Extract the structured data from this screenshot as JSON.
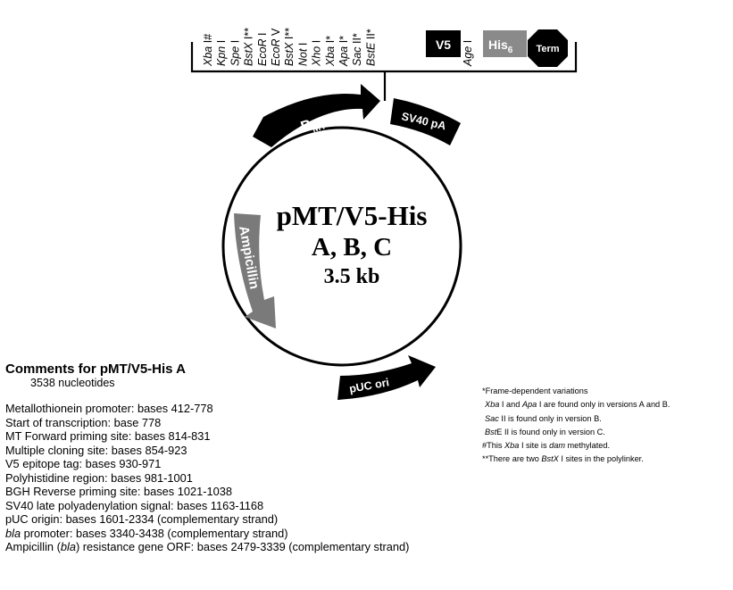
{
  "plasmid": {
    "name": "pMT/V5-His",
    "versions": "A, B, C",
    "size": "3.5 kb"
  },
  "mcs_sites": [
    "Xba I#",
    "Kpn I",
    "Spe I",
    "BstX I**",
    "EcoR I",
    "EcoR V",
    "BstX I**",
    "Not I",
    "Xho I",
    "Xba I*",
    "Apa I*",
    "Sac II*",
    "BstE II*"
  ],
  "age_site": "Age I",
  "tags": {
    "v5": "V5",
    "his": "His",
    "his_sub": "6",
    "term": "Term"
  },
  "features": {
    "promoter": "P",
    "promoter_sub": "MT",
    "sv40": "SV40 pA",
    "ampicillin": "Ampicillin",
    "puc": "pUC ori"
  },
  "comments": {
    "title": "Comments for pMT/V5-His A",
    "subtitle": "3538 nucleotides",
    "items": [
      {
        "pre": "",
        "ital": "",
        "post": "Metallothionein promoter: bases 412-778"
      },
      {
        "pre": "",
        "ital": "",
        "post": "Start of transcription: base 778"
      },
      {
        "pre": "",
        "ital": "",
        "post": "MT Forward priming site: bases 814-831"
      },
      {
        "pre": "",
        "ital": "",
        "post": "Multiple cloning site: bases 854-923"
      },
      {
        "pre": "",
        "ital": "",
        "post": "V5 epitope tag: bases 930-971"
      },
      {
        "pre": "",
        "ital": "",
        "post": "Polyhistidine region: bases 981-1001"
      },
      {
        "pre": "",
        "ital": "",
        "post": "BGH Reverse priming site: bases 1021-1038"
      },
      {
        "pre": "",
        "ital": "",
        "post": "SV40 late polyadenylation signal: bases 1163-1168"
      },
      {
        "pre": "",
        "ital": "",
        "post": "pUC origin: bases 1601-2334 (complementary strand)"
      },
      {
        "pre": "",
        "ital": "bla",
        "post": " promoter: bases 3340-3438 (complementary strand)"
      },
      {
        "pre": "Ampicillin (",
        "ital": "bla",
        "post": ") resistance gene ORF: bases 2479-3339 (complementary strand)"
      }
    ]
  },
  "notes": [
    {
      "pre": "*Frame-dependent variations",
      "ital": "",
      "post": "",
      "ital2": "",
      "post2": ""
    },
    {
      "pre": "",
      "ital": "Xba",
      "post": " I and ",
      "ital2": "Apa",
      "post2": " I are found only in versions A and B."
    },
    {
      "pre": "",
      "ital": "Sac",
      "post": " II is found only in version B.",
      "ital2": "",
      "post2": ""
    },
    {
      "pre": "",
      "ital": "Bst",
      "post": "E II is found only in version C.",
      "ital2": "",
      "post2": ""
    },
    {
      "pre": "#This ",
      "ital": "Xba",
      "post": " I site is ",
      "ital2": "dam",
      "post2": " methylated."
    },
    {
      "pre": "**There are two ",
      "ital": "BstX",
      "post": " I sites in the polylinker.",
      "ital2": "",
      "post2": ""
    }
  ],
  "colors": {
    "black": "#000000",
    "his_grey": "#8a8a8a",
    "amp_grey": "#7a7a7a",
    "white": "#ffffff"
  }
}
